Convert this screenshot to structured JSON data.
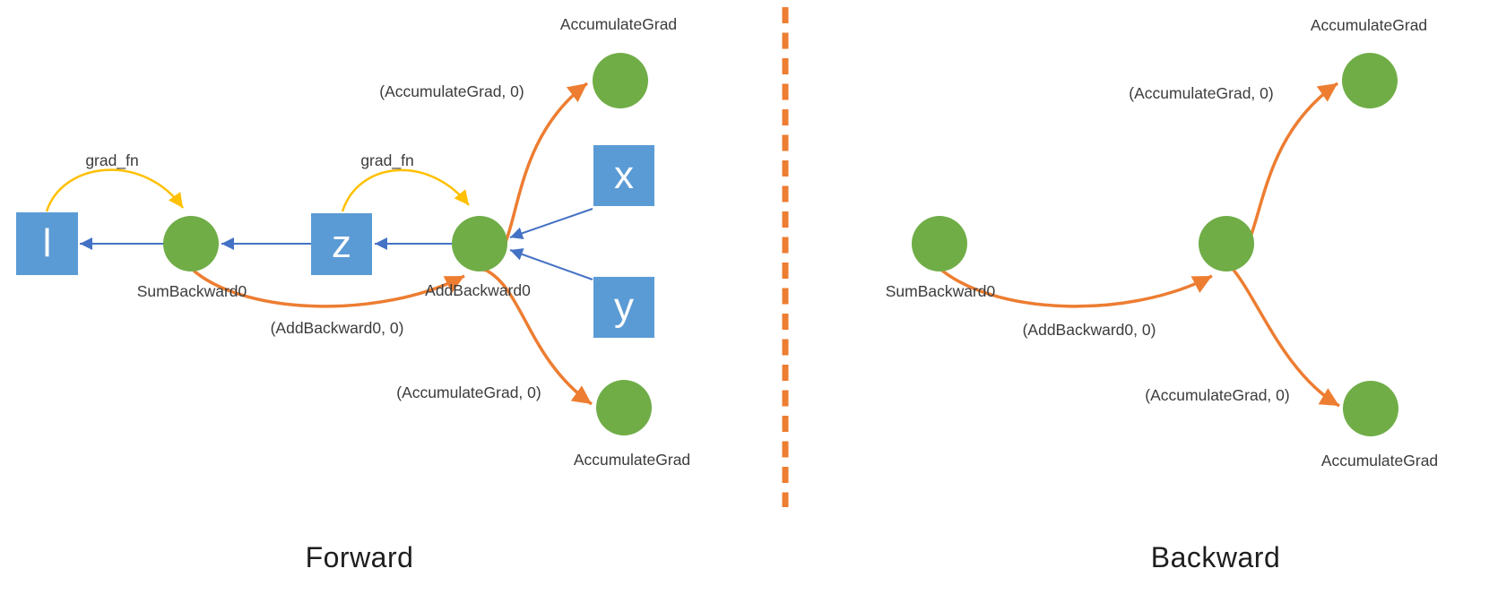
{
  "colors": {
    "tensor-fill": "#5B9BD5",
    "node-fill": "#70AD47",
    "arrow-blue": "#4472C4",
    "arrow-orange": "#ED7D31",
    "arrow-yellow": "#FFC000",
    "label-color": "#3C3C3C",
    "title-color": "#1E1E1E",
    "bg": "#FFFFFF"
  },
  "forward": {
    "title": "Forward",
    "tensors": [
      {
        "id": "l",
        "label": "l"
      },
      {
        "id": "z",
        "label": "z"
      },
      {
        "id": "x",
        "label": "x"
      },
      {
        "id": "y",
        "label": "y"
      }
    ],
    "functions": [
      {
        "id": "sum-backward",
        "label": "SumBackward0"
      },
      {
        "id": "add-backward",
        "label": "AddBackward0"
      },
      {
        "id": "accumulate-grad-top",
        "label": "AccumulateGrad"
      },
      {
        "id": "accumulate-grad-bottom",
        "label": "AccumulateGrad"
      }
    ],
    "edge_labels": [
      {
        "id": "grad-fn-l",
        "text": "grad_fn"
      },
      {
        "id": "grad-fn-z",
        "text": "grad_fn"
      },
      {
        "id": "next-accumulate-top",
        "text": "(AccumulateGrad, 0)"
      },
      {
        "id": "next-add",
        "text": "(AddBackward0, 0)"
      },
      {
        "id": "next-accumulate-bottom",
        "text": "(AccumulateGrad, 0)"
      }
    ]
  },
  "backward": {
    "title": "Backward",
    "functions": [
      {
        "id": "sum-backward",
        "label": "SumBackward0"
      },
      {
        "id": "add-backward",
        "label": ""
      },
      {
        "id": "accumulate-grad-top",
        "label": "AccumulateGrad"
      },
      {
        "id": "accumulate-grad-bottom",
        "label": "AccumulateGrad"
      }
    ],
    "edge_labels": [
      {
        "id": "next-accumulate-top",
        "text": "(AccumulateGrad, 0)"
      },
      {
        "id": "next-add",
        "text": "(AddBackward0, 0)"
      },
      {
        "id": "next-accumulate-bottom",
        "text": "(AccumulateGrad, 0)"
      }
    ]
  }
}
